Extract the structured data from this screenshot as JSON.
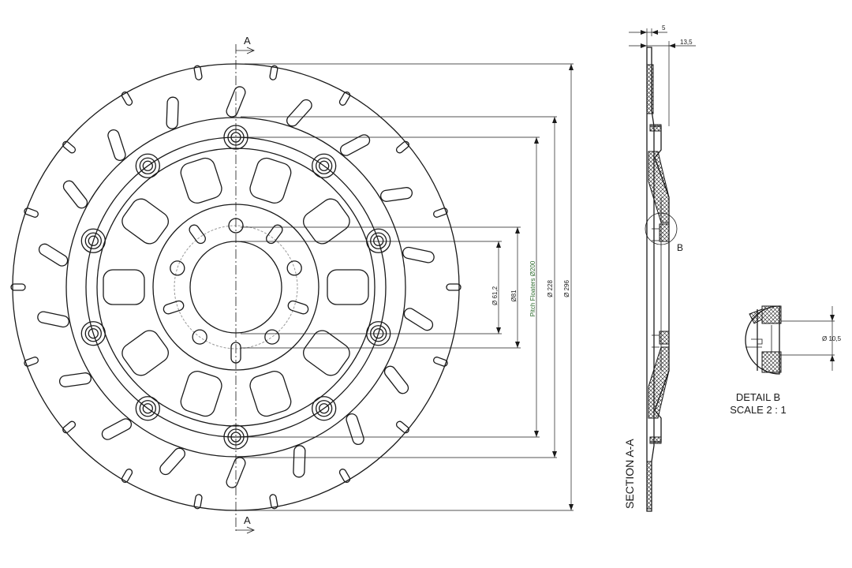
{
  "front_view": {
    "section_marker_top": "A",
    "section_marker_bottom": "A",
    "dims": {
      "d_inner": "Ø 61,2",
      "d_hub": "Ø81",
      "pitch_floaters": "Pitch Floaters Ø200",
      "d_inner_ring": "Ø 228",
      "d_outer": "Ø 296"
    }
  },
  "section_view": {
    "label": "SECTION A-A",
    "dim_thickness": "5",
    "dim_offset": "13,5",
    "detail_callout": "B"
  },
  "detail_view": {
    "title": "DETAIL B",
    "scale": "SCALE 2 : 1",
    "dim_floater": "Ø 10,5"
  },
  "colors": {
    "line": "#1a1a1a",
    "pitch_label": "#2e6b2e",
    "hidden_circle": "#9a9a9a"
  }
}
